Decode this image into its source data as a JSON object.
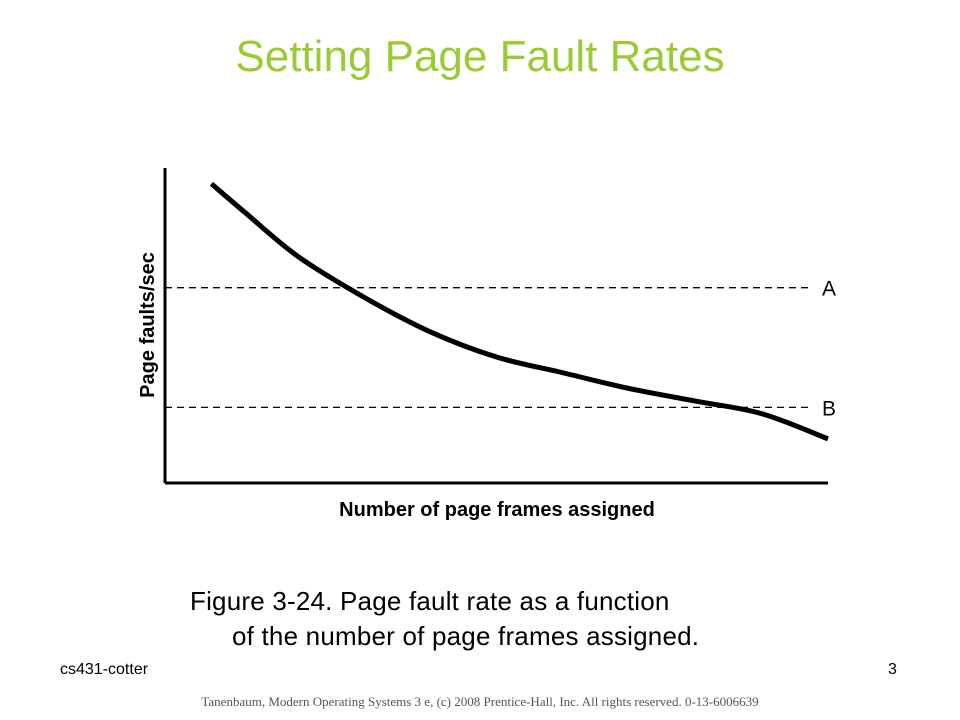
{
  "slide": {
    "title": "Setting Page Fault Rates",
    "caption_line1": "Figure 3-24. Page fault rate as a function",
    "caption_line2": "of the number of page frames assigned.",
    "footer_left": "cs431-cotter",
    "page_number": "3",
    "copyright": "Tanenbaum, Modern Operating Systems 3 e, (c) 2008 Prentice-Hall, Inc. All rights reserved. 0-13-6006639",
    "title_color": "#99cc33"
  },
  "chart_data": {
    "type": "line",
    "xlabel": "Number of page frames assigned",
    "ylabel": "Page faults/sec",
    "xlim": [
      0,
      10
    ],
    "ylim": [
      0,
      10
    ],
    "grid": false,
    "series": [
      {
        "x": [
          0.7,
          1.2,
          2.0,
          3.0,
          4.0,
          5.0,
          6.0,
          7.0,
          8.0,
          9.0,
          10.0
        ],
        "y": [
          9.5,
          8.6,
          7.2,
          5.9,
          4.8,
          4.0,
          3.5,
          3.0,
          2.6,
          2.2,
          1.4
        ]
      }
    ],
    "reference_lines": [
      {
        "label": "A",
        "y": 6.2
      },
      {
        "label": "B",
        "y": 2.4
      }
    ]
  }
}
